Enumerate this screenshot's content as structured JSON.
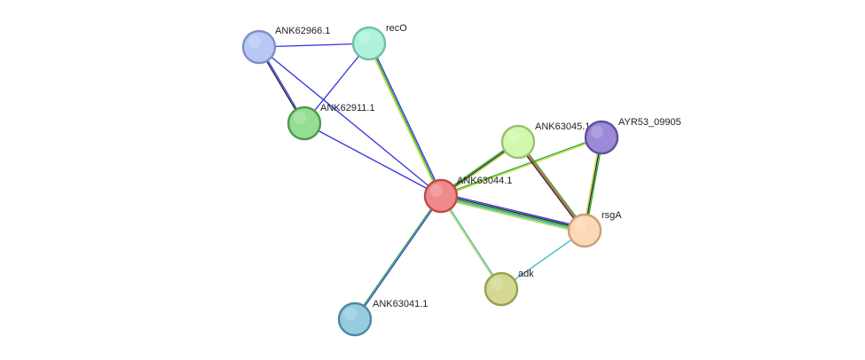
{
  "network": {
    "nodes": [
      {
        "id": "ANK63044.1",
        "label": "ANK63044.1",
        "color": "#f08a8a",
        "stroke": "#c04848"
      },
      {
        "id": "ANK62966.1",
        "label": "ANK62966.1",
        "color": "#b8c8f6",
        "stroke": "#7f8fc8"
      },
      {
        "id": "recO",
        "label": "recO",
        "color": "#aef2dc",
        "stroke": "#70c0a4"
      },
      {
        "id": "ANK62911.1",
        "label": "ANK62911.1",
        "color": "#94de94",
        "stroke": "#509a50"
      },
      {
        "id": "ANK63045.1",
        "label": "ANK63045.1",
        "color": "#d2f8ae",
        "stroke": "#98c270"
      },
      {
        "id": "AYR53_09905",
        "label": "AYR53_09905",
        "color": "#9c8ad8",
        "stroke": "#60509a"
      },
      {
        "id": "rsgA",
        "label": "rsgA",
        "color": "#fcd8b4",
        "stroke": "#c8a07c"
      },
      {
        "id": "adk",
        "label": "adk",
        "color": "#d4d894",
        "stroke": "#98a050"
      },
      {
        "id": "ANK63041.1",
        "label": "ANK63041.1",
        "color": "#96ccde",
        "stroke": "#4c8aa0"
      }
    ],
    "edges": [
      {
        "source": "ANK62966.1",
        "target": "recO",
        "colors": [
          "#3232e0"
        ]
      },
      {
        "source": "ANK62966.1",
        "target": "ANK62911.1",
        "colors": [
          "#3232e0",
          "#222222"
        ]
      },
      {
        "source": "ANK62966.1",
        "target": "ANK63044.1",
        "colors": [
          "#3232e0"
        ]
      },
      {
        "source": "recO",
        "target": "ANK62911.1",
        "colors": [
          "#3232e0"
        ]
      },
      {
        "source": "recO",
        "target": "ANK63044.1",
        "colors": [
          "#3232e0",
          "#22aa22",
          "#c8d83c"
        ]
      },
      {
        "source": "ANK62911.1",
        "target": "ANK63044.1",
        "colors": [
          "#3232e0"
        ]
      },
      {
        "source": "ANK63044.1",
        "target": "ANK63045.1",
        "colors": [
          "#22aa22",
          "#222222",
          "#c8d83c"
        ]
      },
      {
        "source": "ANK63044.1",
        "target": "AYR53_09905",
        "colors": [
          "#22aa22",
          "#c8d83c"
        ]
      },
      {
        "source": "ANK63044.1",
        "target": "rsgA",
        "colors": [
          "#3232e0",
          "#222222",
          "#22aa22",
          "#38b8c8",
          "#c8d83c"
        ]
      },
      {
        "source": "ANK63044.1",
        "target": "adk",
        "colors": [
          "#38b8c8",
          "#c8d83c"
        ]
      },
      {
        "source": "ANK63044.1",
        "target": "ANK63041.1",
        "colors": [
          "#3232e0",
          "#22aa22"
        ]
      },
      {
        "source": "ANK63045.1",
        "target": "rsgA",
        "colors": [
          "#22aa22",
          "#e03232",
          "#222222"
        ]
      },
      {
        "source": "AYR53_09905",
        "target": "rsgA",
        "colors": [
          "#22aa22",
          "#222222",
          "#c8d83c"
        ]
      },
      {
        "source": "rsgA",
        "target": "adk",
        "colors": [
          "#38b8c8"
        ]
      }
    ]
  }
}
